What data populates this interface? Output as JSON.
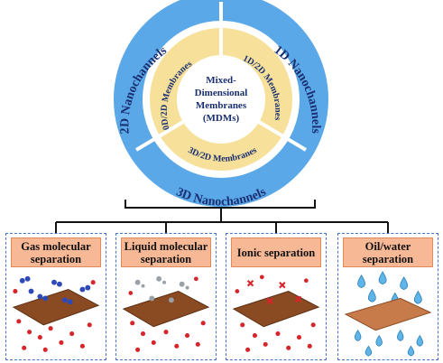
{
  "diagram": {
    "center_text": [
      "Mixed-",
      "Dimensional",
      "Membranes",
      "(MDMs)"
    ],
    "inner_ring": {
      "left": "0D/2D Membranes",
      "right": "1D/2D Membranes",
      "bottom": "3D/2D Membranes"
    },
    "outer_ring": {
      "left": "2D Nanochannels",
      "right": "1D Nanochannels",
      "bottom": "3D Nanochannels"
    },
    "applications": [
      {
        "title": "Gas molecular\nseparation",
        "art": "gas-molecules"
      },
      {
        "title": "Liquid molecular\nseparation",
        "art": "liquid-molecules"
      },
      {
        "title": "Ionic separation",
        "art": "ions"
      },
      {
        "title": "Oil/water\nseparation",
        "art": "oil-droplets"
      }
    ]
  },
  "colors": {
    "outer_ring": "#5aa8e8",
    "inner_ring": "#f7e19a",
    "panel_header": "#f6b895",
    "panel_border": "#4a72c8",
    "membrane": "#8a4a22"
  }
}
